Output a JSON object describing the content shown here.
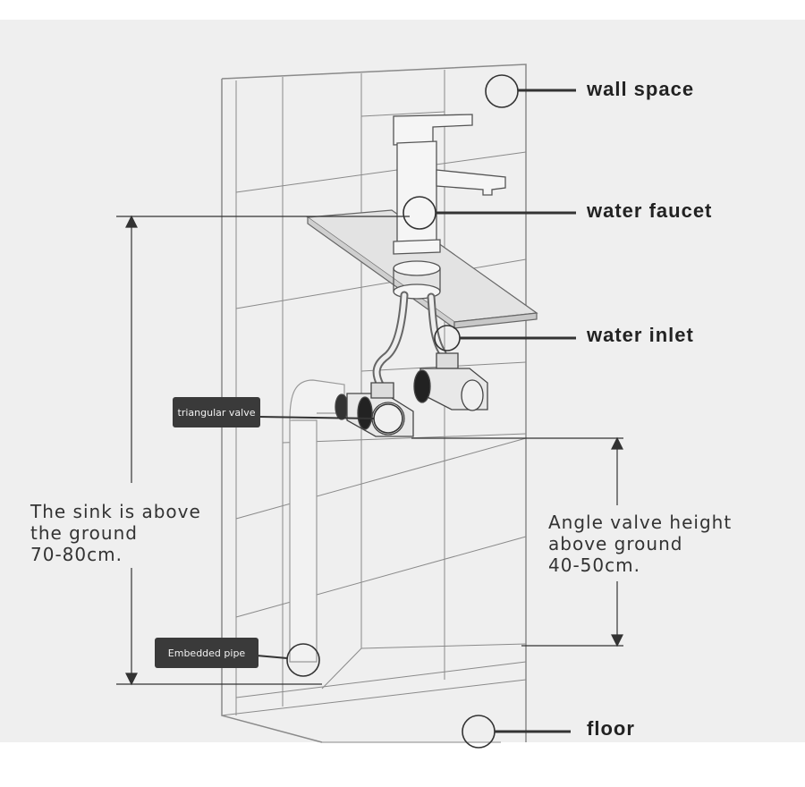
{
  "labels": {
    "wall_space": "wall space",
    "water_faucet": "water faucet",
    "water_inlet": "water inlet",
    "floor": "floor",
    "triangular_valve": "triangular valve",
    "embedded_pipe": "Embedded pipe",
    "sink_height": "The sink is above\nthe ground\n70-80cm.",
    "valve_height": "Angle valve height\nabove ground\n40-50cm."
  },
  "colors": {
    "background": "#efefef",
    "line": "#555555",
    "text": "#222222",
    "tag_fill": "#3a3a3a"
  }
}
